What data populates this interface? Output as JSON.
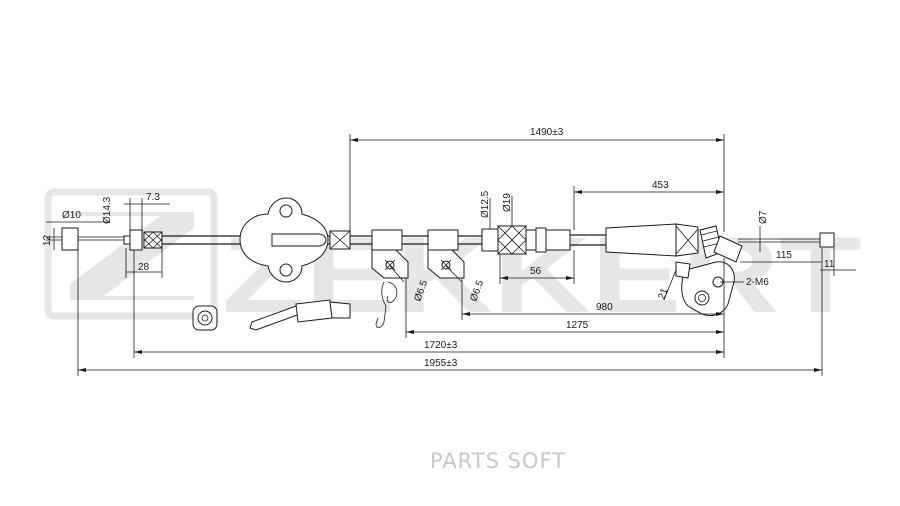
{
  "watermark": {
    "brand": "ZEKKERT",
    "footer": "PARTS SOFT"
  },
  "dimensions": {
    "d_1490": "1490±3",
    "d_453": "453",
    "d_980": "980",
    "d_1275": "1275",
    "d_1720": "1720±3",
    "d_1955": "1955±3",
    "d_56": "56",
    "d_28": "28",
    "d_7_3": "7.3",
    "d_115": "115",
    "d_11": "11",
    "d_2m6": "2-M6",
    "d_12": "12",
    "d_dia10": "Ø10",
    "d_dia14_3": "Ø14.3",
    "d_dia12_5": "Ø12.5",
    "d_dia19": "Ø19",
    "d_dia6_5a": "Ø6.5",
    "d_dia6_5b": "Ø6.5",
    "d_dia7": "Ø7",
    "d_21": "21"
  },
  "colors": {
    "line": "#1a1a1a",
    "watermark": "#e6e6e6",
    "watermark_text": "#c8c8c8"
  }
}
